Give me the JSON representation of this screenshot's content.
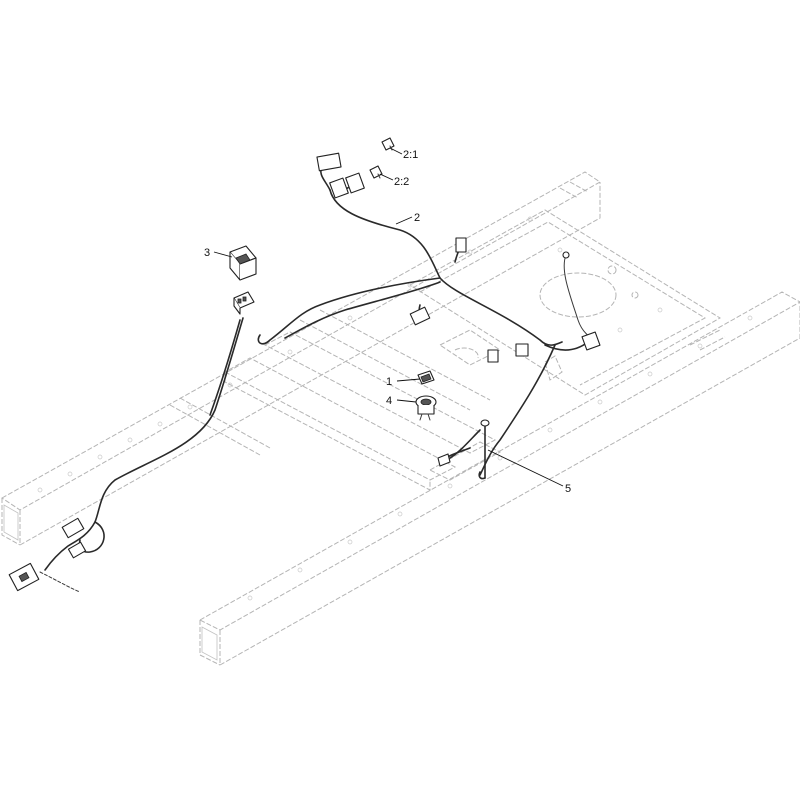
{
  "callouts": [
    {
      "id": "c1",
      "label": "1"
    },
    {
      "id": "c2",
      "label": "2"
    },
    {
      "id": "c21",
      "label": "2:1"
    },
    {
      "id": "c22",
      "label": "2:2"
    },
    {
      "id": "c3",
      "label": "3"
    },
    {
      "id": "c4",
      "label": "4"
    },
    {
      "id": "c5",
      "label": "5"
    }
  ],
  "parts": {
    "key": "1",
    "wiring_harness": "2",
    "harness_connector_1": "2:1",
    "harness_connector_2": "2:2",
    "rocker_switch": "3",
    "ignition_switch": "4",
    "ground_cable": "5"
  },
  "colors": {
    "frame": "#b4b4b4",
    "wire": "#2a2a2a",
    "text": "#111111",
    "background": "#ffffff"
  }
}
